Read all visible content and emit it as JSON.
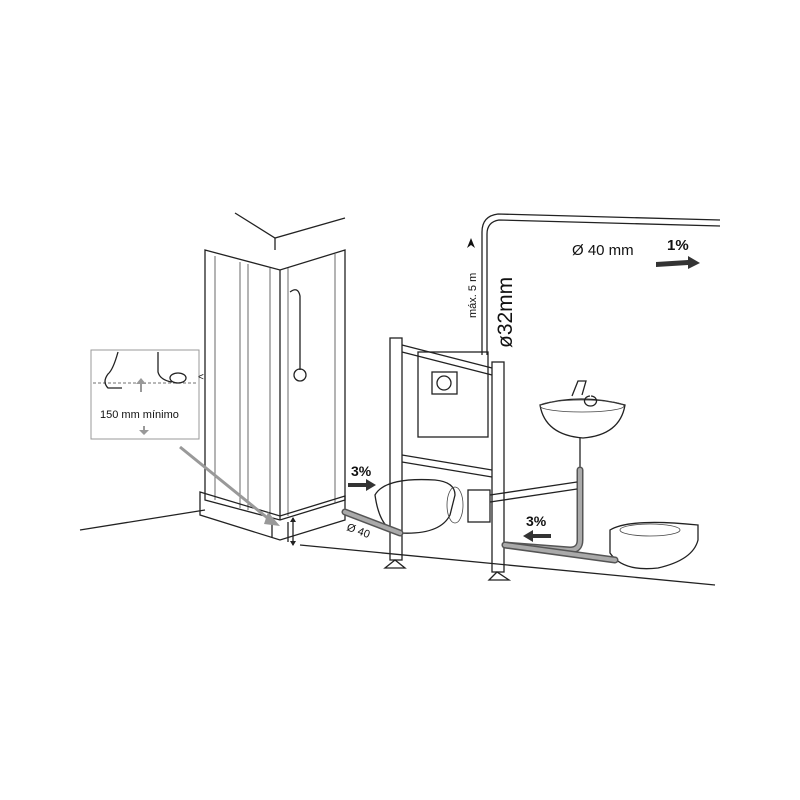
{
  "labels": {
    "main_pipe_diameter": "Ø 40 mm",
    "main_slope": "1%",
    "max_height": "máx. 5 m",
    "riser_diameter": "ø32mm",
    "shower_slope": "3%",
    "shower_pipe_diameter": "Ø 40",
    "sink_slope": "3%",
    "inset_min_height": "150 mm mínimo",
    "inset_marker": "<"
  },
  "colors": {
    "line": "#222222",
    "pipe": "#555555",
    "arrow": "#333333",
    "inset_arrow": "#999999"
  }
}
